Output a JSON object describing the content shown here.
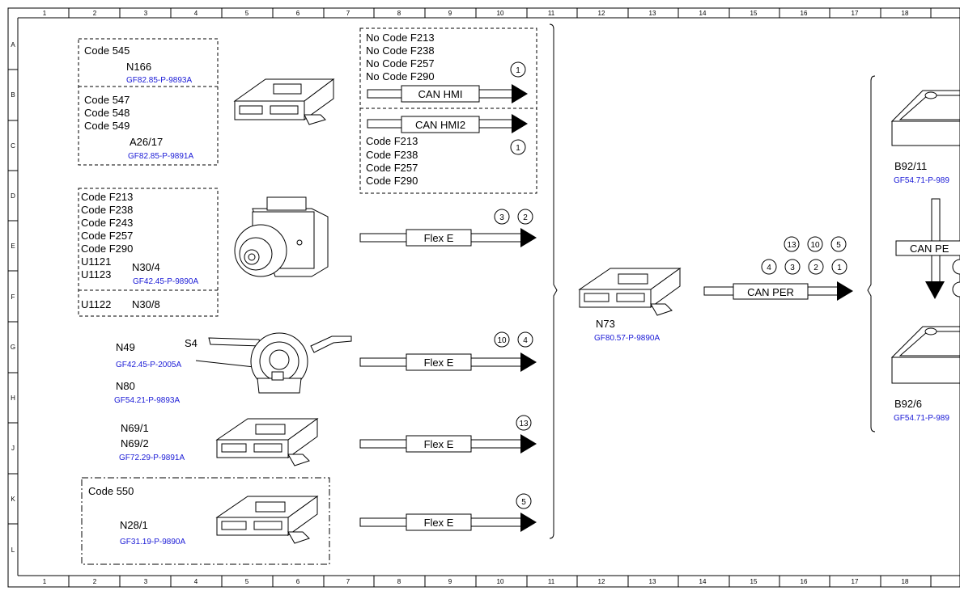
{
  "ruler": {
    "columns": [
      "1",
      "2",
      "3",
      "4",
      "5",
      "6",
      "7",
      "8",
      "9",
      "10",
      "11",
      "12",
      "13",
      "14",
      "15",
      "16",
      "17",
      "18"
    ],
    "rows": [
      "A",
      "B",
      "C",
      "D",
      "E",
      "F",
      "G",
      "H",
      "J",
      "K",
      "L"
    ]
  },
  "groups": {
    "g545": {
      "code": "Code 545",
      "component": "N166",
      "ref": "GF82.85-P-9893A"
    },
    "g547": {
      "codes": [
        "Code 547",
        "Code 548",
        "Code 549"
      ],
      "component": "A26/17",
      "ref": "GF82.85-P-9891A"
    },
    "noCode": {
      "codes": [
        "No Code F213",
        "No Code F238",
        "No Code F257",
        "No Code F290"
      ]
    },
    "codeF": {
      "codes": [
        "Code F213",
        "Code F238",
        "Code F257",
        "Code F290"
      ]
    },
    "n30": {
      "codes": [
        "Code F213",
        "Code F238",
        "Code F243",
        "Code F257",
        "Code F290",
        "U1121",
        "U1123"
      ],
      "component": "N30/4",
      "ref": "GF42.45-P-9890A",
      "extra_code": "U1122",
      "extra_component": "N30/8"
    },
    "s4": {
      "label": "S4",
      "n49": "N49",
      "n49_ref": "GF42.45-P-2005A",
      "n80": "N80",
      "n80_ref": "GF54.21-P-9893A"
    },
    "n69": {
      "n691": "N69/1",
      "n692": "N69/2",
      "ref": "GF72.29-P-9891A"
    },
    "n28": {
      "code": "Code 550",
      "component": "N28/1",
      "ref": "GF31.19-P-9890A"
    },
    "n73": {
      "component": "N73",
      "ref": "GF80.57-P-9890A"
    },
    "b9211": {
      "component": "B92/11",
      "ref": "GF54.71-P-989"
    },
    "b926": {
      "component": "B92/6",
      "ref": "GF54.71-P-989"
    }
  },
  "buses": {
    "can_hmi": "CAN HMI",
    "can_hmi2": "CAN HMI2",
    "flex_e": "Flex E",
    "can_per": "CAN PER",
    "can_per_right": "CAN PE"
  },
  "markers": {
    "hmi": "1",
    "hmi2": "1",
    "flex1": [
      "3",
      "2"
    ],
    "flex2": [
      "10",
      "4"
    ],
    "flex3": [
      "13"
    ],
    "flex4": [
      "5"
    ],
    "canper_top": [
      "13",
      "10",
      "5"
    ],
    "canper_bottom": [
      "4",
      "3",
      "2",
      "1"
    ]
  }
}
